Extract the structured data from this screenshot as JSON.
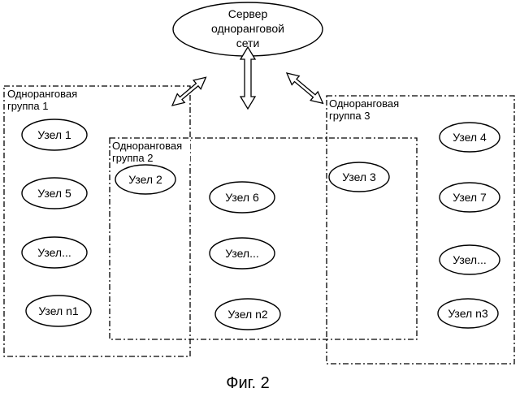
{
  "server": {
    "lines": [
      "Сервер",
      "одноранговой",
      "сети"
    ]
  },
  "groups": [
    {
      "lines": [
        "Одноранговая",
        "группа 1"
      ]
    },
    {
      "lines": [
        "Одноранговая",
        "группа 2"
      ]
    },
    {
      "lines": [
        "Одноранговая",
        "группа 3"
      ]
    }
  ],
  "nodes": [
    {
      "label": "Узел 1"
    },
    {
      "label": "Узел 5"
    },
    {
      "label": "Узел..."
    },
    {
      "label": "Узел n1"
    },
    {
      "label": "Узел 2"
    },
    {
      "label": "Узел 6"
    },
    {
      "label": "Узел..."
    },
    {
      "label": "Узел n2"
    },
    {
      "label": "Узел 3"
    },
    {
      "label": "Узел 4"
    },
    {
      "label": "Узел 7"
    },
    {
      "label": "Узел..."
    },
    {
      "label": "Узел n3"
    }
  ],
  "caption": "Фиг. 2"
}
